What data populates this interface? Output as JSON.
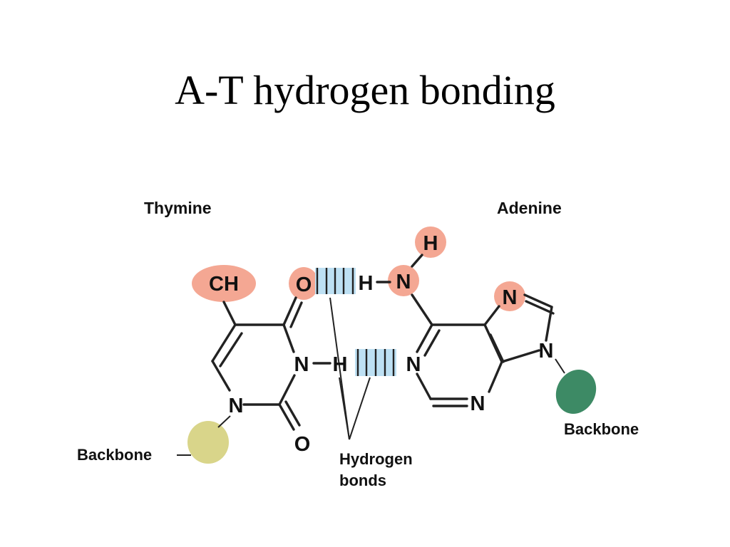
{
  "title": "A-T hydrogen bonding",
  "labels": {
    "thymine": "Thymine",
    "adenine": "Adenine",
    "backbone_left": "Backbone",
    "backbone_right": "Backbone",
    "hbonds_line1": "Hydrogen",
    "hbonds_line2": "bonds"
  },
  "atoms": {
    "ch": "CH",
    "o_top": "O",
    "h_top": "H",
    "h_amine": "H",
    "n_amine": "N",
    "n_imid_top": "N",
    "n_imid_right": "N",
    "n3": "N",
    "h_mid": "H",
    "n1_aden": "N",
    "n_thy_bottom": "N",
    "o_bottom": "O",
    "n3_aden": "N"
  },
  "colors": {
    "highlight_salmon": "#f4a793",
    "backbone_left": "#d9d58a",
    "backbone_right": "#3d8a65",
    "hbond_fill": "#bde0f3"
  }
}
